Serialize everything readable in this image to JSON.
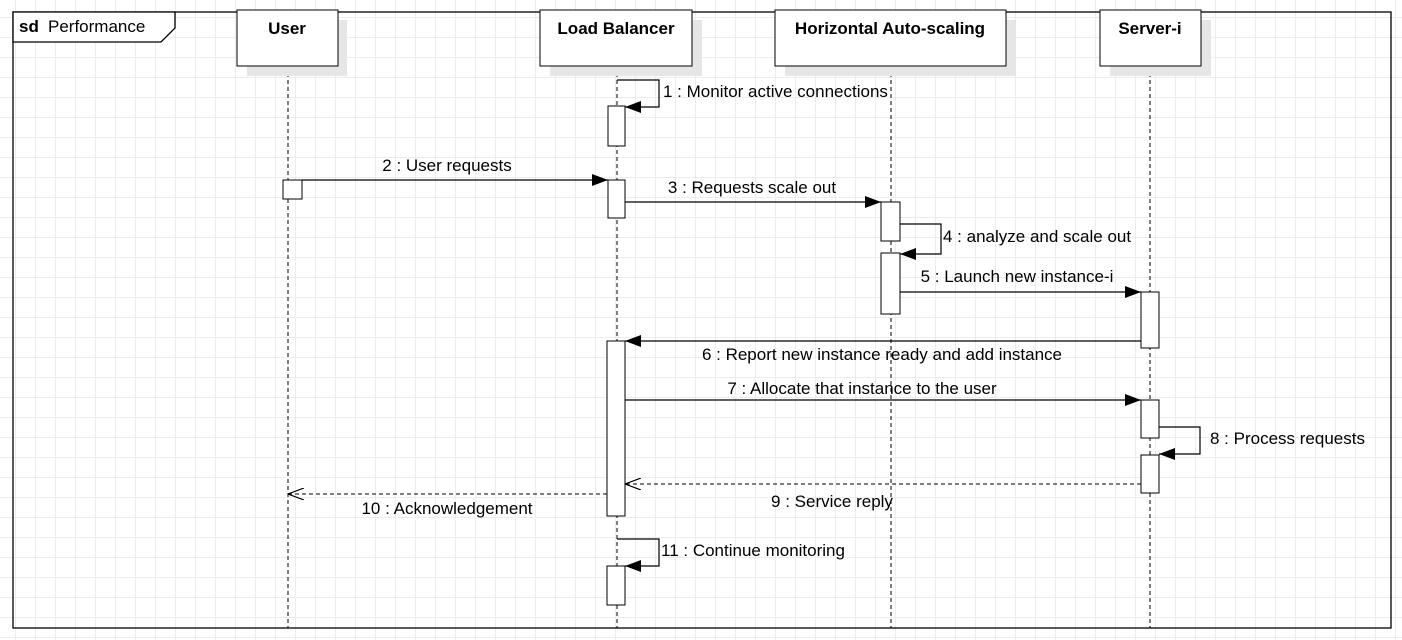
{
  "frame": {
    "keyword": "sd",
    "name": "Performance"
  },
  "lifelines": [
    {
      "id": "user",
      "name": "User"
    },
    {
      "id": "lb",
      "name": "Load Balancer"
    },
    {
      "id": "has",
      "name": "Horizontal Auto-scaling"
    },
    {
      "id": "server",
      "name": "Server-i"
    }
  ],
  "messages": [
    {
      "label": "1 : Monitor active connections",
      "from": "Load Balancer",
      "to": "Load Balancer",
      "kind": "self"
    },
    {
      "label": "2 : User requests",
      "from": "User",
      "to": "Load Balancer",
      "kind": "sync"
    },
    {
      "label": "3 : Requests scale out",
      "from": "Load Balancer",
      "to": "Horizontal Auto-scaling",
      "kind": "sync"
    },
    {
      "label": "4 : analyze and scale out",
      "from": "Horizontal Auto-scaling",
      "to": "Horizontal Auto-scaling",
      "kind": "self"
    },
    {
      "label": "5 : Launch new instance-i",
      "from": "Horizontal Auto-scaling",
      "to": "Server-i",
      "kind": "sync"
    },
    {
      "label": "6 : Report new instance ready and add instance",
      "from": "Server-i",
      "to": "Load Balancer",
      "kind": "sync"
    },
    {
      "label": "7 : Allocate that instance to the user",
      "from": "Load Balancer",
      "to": "Server-i",
      "kind": "sync"
    },
    {
      "label": "8 : Process requests",
      "from": "Server-i",
      "to": "Server-i",
      "kind": "self"
    },
    {
      "label": "9 : Service reply",
      "from": "Server-i",
      "to": "Load Balancer",
      "kind": "reply"
    },
    {
      "label": "10 : Acknowledgement",
      "from": "Load Balancer",
      "to": "User",
      "kind": "reply"
    },
    {
      "label": "11 : Continue monitoring",
      "from": "Load Balancer",
      "to": "Load Balancer",
      "kind": "self"
    }
  ]
}
